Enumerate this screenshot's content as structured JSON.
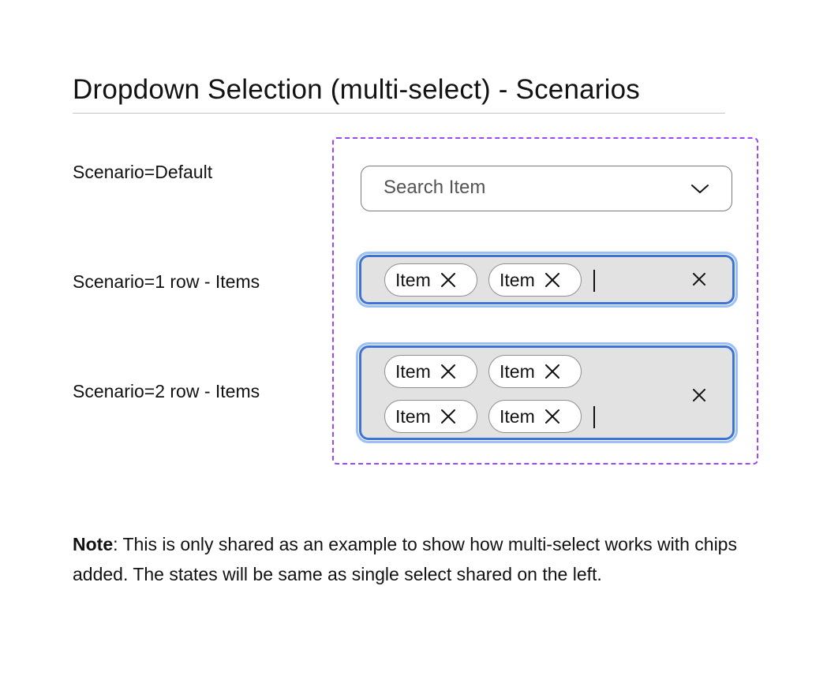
{
  "title": "Dropdown Selection (multi-select) - Scenarios",
  "scenarios": [
    {
      "label": "Scenario=Default",
      "placeholder": "Search Item"
    },
    {
      "label": "Scenario=1 row - Items",
      "chips": [
        "Item",
        "Item"
      ]
    },
    {
      "label": "Scenario=2 row - Items",
      "chips": [
        "Item",
        "Item",
        "Item",
        "Item"
      ]
    }
  ],
  "note": {
    "bold": "Note",
    "text": ": This is only shared as an example to show how multi-select works with chips added. The states will be same as single select shared on the left."
  },
  "colors": {
    "focus_border": "#3d73d4",
    "focus_ring": "#9cc0f5",
    "frame_border": "#9747ff",
    "active_fill": "#e2e2e2"
  },
  "icons": {
    "chevron": "chevron-down-icon",
    "chip_remove": "close-icon",
    "clear_all": "close-icon"
  }
}
